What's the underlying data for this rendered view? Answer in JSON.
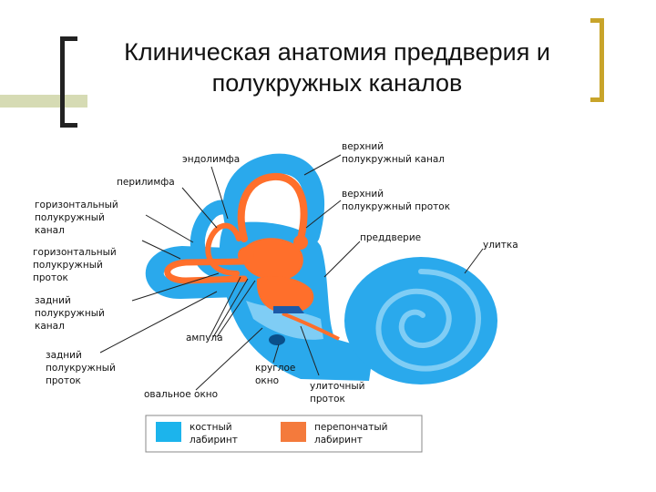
{
  "title": {
    "line1": "Клиническая анатомия преддверия и",
    "line2": "полукружных каналов"
  },
  "labels": {
    "endolymph": "эндолимфа",
    "perilymph": "перилимфа",
    "horizontal_canal": [
      "горизонтальный",
      "полукружный",
      "канал"
    ],
    "horizontal_duct": [
      "горизонтальный",
      "полукружный",
      "проток"
    ],
    "posterior_canal": [
      "задний",
      "полукружный",
      "канал"
    ],
    "posterior_duct": [
      "задний",
      "полукружный",
      "проток"
    ],
    "ampulla": "ампула",
    "oval_window": "овальное окно",
    "round_window": [
      "круглое",
      "окно"
    ],
    "cochlear_duct": [
      "улиточный",
      "проток"
    ],
    "superior_canal": [
      "верхний",
      "полукружный канал"
    ],
    "superior_duct": [
      "верхний",
      "полукружный проток"
    ],
    "vestibule": "преддверие",
    "cochlea": "улитка"
  },
  "legend": {
    "bony": [
      "костный",
      "лабиринт"
    ],
    "membranous": [
      "перепончатый",
      "лабиринт"
    ]
  },
  "colors": {
    "bony": "#2aa9ec",
    "bony_light": "#7fcdf5",
    "membranous": "#ff6f2b",
    "legend_bony": "#1cb4ec",
    "legend_membranous": "#f47a3c"
  }
}
